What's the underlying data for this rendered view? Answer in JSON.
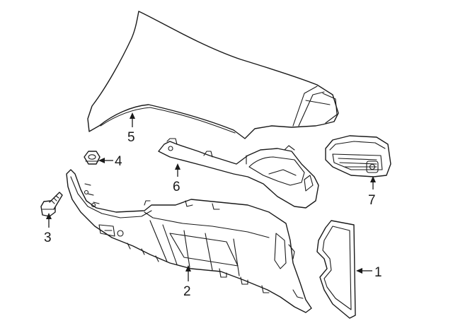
{
  "callouts": [
    {
      "id": "1",
      "label": "1",
      "part": "glove-box-door-panel"
    },
    {
      "id": "2",
      "label": "2",
      "part": "glove-box-assembly"
    },
    {
      "id": "3",
      "label": "3",
      "part": "bolt"
    },
    {
      "id": "4",
      "label": "4",
      "part": "nut"
    },
    {
      "id": "5",
      "label": "5",
      "part": "instrument-panel-end-cover"
    },
    {
      "id": "6",
      "label": "6",
      "part": "bracket"
    },
    {
      "id": "7",
      "label": "7",
      "part": "air-vent"
    }
  ],
  "colors": {
    "line": "#1a1a1a",
    "background": "#ffffff"
  }
}
